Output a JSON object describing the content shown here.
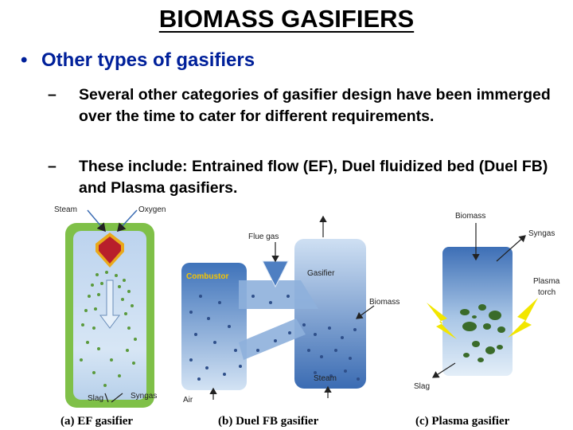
{
  "title": "BIOMASS GASIFIERS",
  "bullet": "Other types of gasifiers",
  "subpoints": [
    "Several other categories of gasifier design have been immerged over the time to cater for different requirements.",
    "These include: Entrained flow (EF), Duel fluidized bed (Duel FB) and Plasma gasifiers."
  ],
  "figure": {
    "ef": {
      "steam": "Steam",
      "oxygen": "Oxygen",
      "slag": "Slag",
      "syngas": "Syngas",
      "caption": "(a) EF gasifier"
    },
    "dfb": {
      "flue_gas": "Flue gas",
      "combustor": "Combustor",
      "gasifier": "Gasifier",
      "biomass": "Biomass",
      "steam": "Steam",
      "air": "Air",
      "caption": "(b) Duel FB gasifier"
    },
    "plasma": {
      "biomass": "Biomass",
      "syngas": "Syngas",
      "plasma": "Plasma",
      "torch": "torch",
      "slag": "Slag",
      "caption": "(c) Plasma gasifier"
    }
  },
  "colors": {
    "bullet": "#00209a",
    "vessel_top": "#c6d9ef",
    "vessel_bottom": "#3f6fb5",
    "particle": "#3a6b2a",
    "flame": "#c0262b",
    "bolt": "#f2e600",
    "combustor_label": "#f5c400"
  }
}
